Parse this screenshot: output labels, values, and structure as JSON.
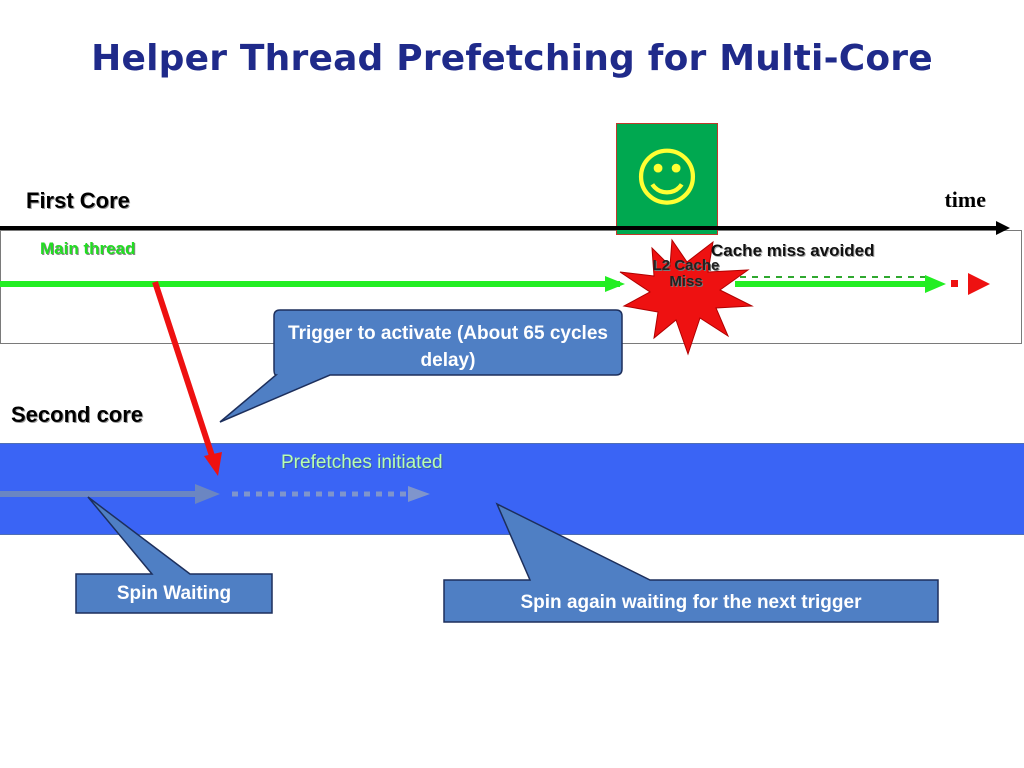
{
  "title": "Helper Thread Prefetching for Multi-Core",
  "labels": {
    "first_core": "First Core",
    "second_core": "Second core",
    "time": "time",
    "main_thread": "Main thread",
    "cache_miss_avoided": "Cache miss avoided",
    "prefetches_initiated": "Prefetches initiated",
    "l2_cache_miss": "L2 Cache Miss"
  },
  "callouts": {
    "trigger": "Trigger to activate (About 65 cycles delay)",
    "spin_waiting": "Spin Waiting",
    "spin_again": "Spin again waiting for the next trigger"
  },
  "icons": {
    "smiley": "smiley-face-icon"
  },
  "colors": {
    "title": "#1f2a8a",
    "main_thread": "#22ee22",
    "trigger_arrow": "#ee1111",
    "second_core_lane": "#3a64f5",
    "callout_fill": "#4f7fc4",
    "starburst": "#ee1111",
    "smiley_box": "#00a850",
    "smiley": "#ffff33"
  }
}
